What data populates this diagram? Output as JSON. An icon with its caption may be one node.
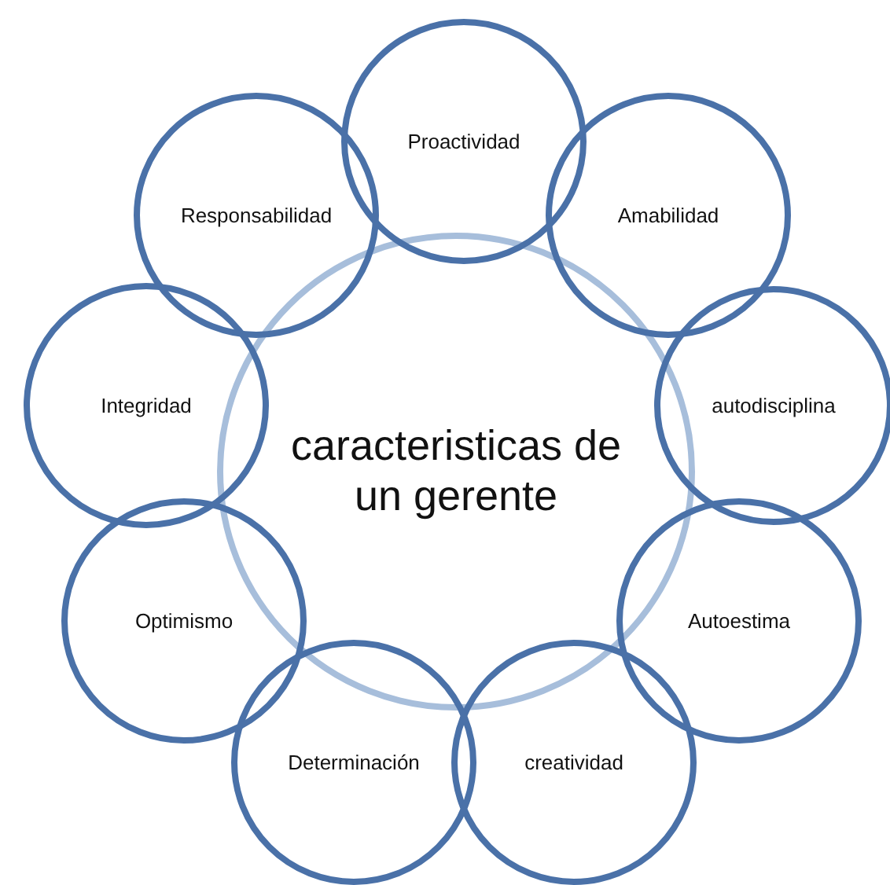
{
  "diagram": {
    "nodes": [
      {
        "text": [
          "caracteristicas de un gerente"
        ]
      },
      {
        "text": [
          "Proactividad"
        ]
      },
      {
        "text": [
          "Amabilidad"
        ]
      },
      {
        "text": [
          "autodisciplina"
        ]
      },
      {
        "text": [
          "Autoestima"
        ]
      },
      {
        "text": [
          "creatividad"
        ]
      },
      {
        "text": [
          "Determinación"
        ]
      },
      {
        "text": [
          "Optimismo"
        ]
      },
      {
        "text": [
          "Integridad"
        ]
      },
      {
        "text": [
          "Responsabilidad"
        ]
      }
    ]
  }
}
